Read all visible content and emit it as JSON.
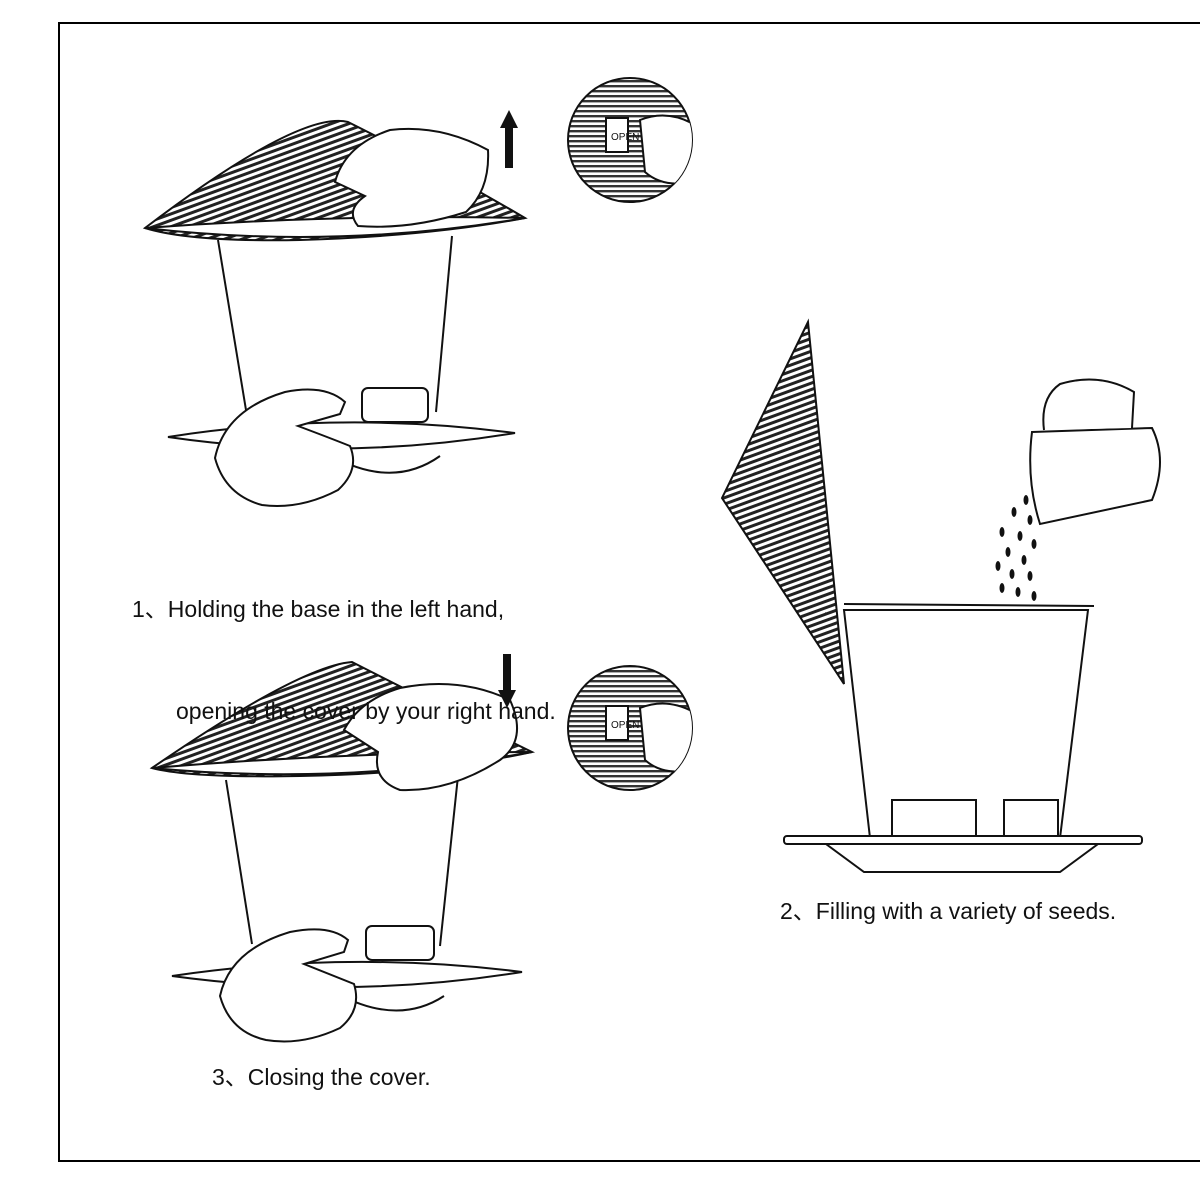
{
  "steps": [
    {
      "line1": "1、Holding the base in the left hand,",
      "line2": "opening the cover by your right hand."
    },
    {
      "line1": "2、Filling with a variety of seeds."
    },
    {
      "line1": "3、Closing the cover."
    }
  ],
  "icons": {
    "up": "arrow-up-icon",
    "down": "arrow-down-icon"
  }
}
